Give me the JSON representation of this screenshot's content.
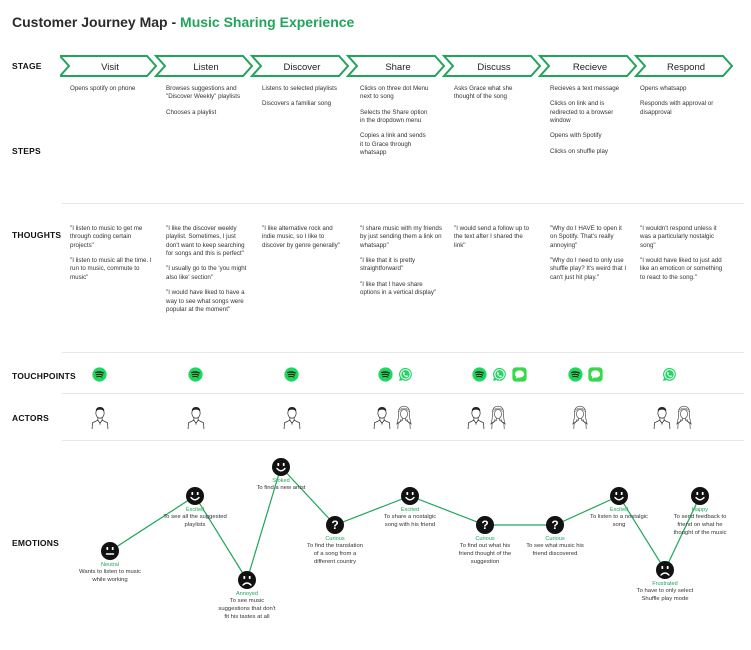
{
  "title": {
    "main": "Customer Journey Map - ",
    "accent": "Music Sharing Experience"
  },
  "row_labels": {
    "stage": "STAGE",
    "steps": "STEPS",
    "thoughts": "THOUGHTS",
    "touchpoints": "TOUCHPOINTS",
    "actors": "ACTORS",
    "emotions": "EMOTIONS"
  },
  "stages": [
    "Visit",
    "Listen",
    "Discover",
    "Share",
    "Discuss",
    "Recieve",
    "Respond"
  ],
  "steps": [
    [
      "Opens spotify on phone"
    ],
    [
      "Browses suggestions and \"Discover Weekly\" playlists",
      "Chooses a playlist"
    ],
    [
      "Listens to selected playlists",
      "Discovers a familiar song"
    ],
    [
      "Clicks on three dot Menu next to song",
      "Selects the Share option in the dropdown menu",
      "Copies a link and sends it to Grace through whatsapp"
    ],
    [
      "Asks Grace what she thought of the song"
    ],
    [
      "Recieves a text message",
      "Clicks on link and is redirected to a browser window",
      "Opens with Spotify",
      "Clicks on shuffle play"
    ],
    [
      "Opens whatsapp",
      "Responds with approval or disapproval"
    ]
  ],
  "thoughts": [
    [
      "\"I listen to music to get me through coding certain projects\"",
      "\"I listen to music all the time. I run to music, commute to music\""
    ],
    [
      "\"I like the discover weekly playlist. Sometimes, I just don't want to keep searching for songs and this is perfect\"",
      "\"I usually go to the 'you might also like' section\"",
      "\"I would have liked to have a way to see what songs were popular at the moment\""
    ],
    [
      "\"I like alternative rock and indie music, so I like to discover by genre generally\""
    ],
    [
      "\"I share music with my friends by just sending them a link on whatsapp\"",
      "\"I like that it is pretty straightforward\"",
      "\"I like that I have share options in a vertical display\""
    ],
    [
      "\"I would send a follow up to the text after I shared the link\""
    ],
    [
      "\"Why do I HAVE to open it on Spotify. That's really annoying\"",
      "\"Why do I need to only use shuffle play? It's weird that I can't just hit play.\""
    ],
    [
      "\"I wouldn't respond unless it was a particularly nostalgic song\"",
      "\"I would have liked to just add like an emoticon or something to react to the song.\""
    ]
  ],
  "touchpoints": [
    [
      "spotify-icon"
    ],
    [
      "spotify-icon"
    ],
    [
      "spotify-icon"
    ],
    [
      "spotify-icon",
      "whatsapp-icon"
    ],
    [
      "spotify-icon",
      "whatsapp-icon",
      "messages-icon"
    ],
    [
      "spotify-icon",
      "messages-icon"
    ],
    [
      "whatsapp-icon"
    ]
  ],
  "actors": [
    [
      "male"
    ],
    [
      "male"
    ],
    [
      "male"
    ],
    [
      "male",
      "female"
    ],
    [
      "male",
      "female"
    ],
    [
      "female"
    ],
    [
      "male",
      "female"
    ]
  ],
  "emotions": [
    {
      "emotion": "Neutral",
      "face": "neutral",
      "desc": [
        "Wants to listen to music",
        "while working"
      ]
    },
    {
      "emotion": "Excited",
      "face": "happy",
      "desc": [
        "To see all the suggested",
        "playlists"
      ]
    },
    {
      "emotion": "Annoyed",
      "face": "sad",
      "desc": [
        "To see music",
        "suggestions that don't",
        "fit his tastes at all"
      ]
    },
    {
      "emotion": "Stoked",
      "face": "happy",
      "desc": [
        "To find a new artist"
      ]
    },
    {
      "emotion": "Curious",
      "face": "question",
      "desc": [
        "To find the translation",
        "of a song from a",
        "different country"
      ]
    },
    {
      "emotion": "Excited",
      "face": "happy",
      "desc": [
        "To share a nostalgic",
        "song with his friend"
      ]
    },
    {
      "emotion": "Curious",
      "face": "question",
      "desc": [
        "To find out what his",
        "friend thought of the",
        "suggestion"
      ]
    },
    {
      "emotion": "Curious",
      "face": "question",
      "desc": [
        "To see what music his",
        "friend discovered"
      ]
    },
    {
      "emotion": "Excited",
      "face": "happy",
      "desc": [
        "To listen to a nostalgic",
        "song"
      ]
    },
    {
      "emotion": "Frustrated",
      "face": "sad",
      "desc": [
        "To have to only select",
        "Shuffle play mode"
      ]
    },
    {
      "emotion": "Happy",
      "face": "happy",
      "desc": [
        "To send feedback to",
        "friend on what he",
        "thought of the music"
      ]
    }
  ],
  "colors": {
    "accent": "#1fa65a",
    "spotify": "#1ed760",
    "whatsapp": "#25d366",
    "messages": "#37d94c",
    "line": "#1fa65a"
  }
}
